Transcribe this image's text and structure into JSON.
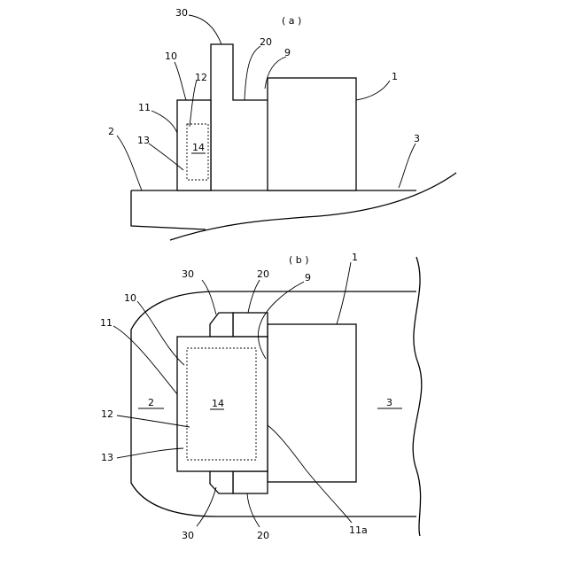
{
  "figure_a": {
    "caption": "( a )",
    "labels": {
      "l30": "30",
      "l20": "20",
      "l9": "9",
      "l10": "10",
      "l12": "12",
      "l1": "1",
      "l11": "11",
      "l2": "2",
      "l3": "3",
      "l13": "13",
      "l14": "14"
    }
  },
  "figure_b": {
    "caption": "( b )",
    "labels": {
      "l30_top": "30",
      "l20_top": "20",
      "l1": "1",
      "l9": "9",
      "l10": "10",
      "l11": "11",
      "l2": "2",
      "l14": "14",
      "l3": "3",
      "l12": "12",
      "l13": "13",
      "l30_bottom": "30",
      "l20_bottom": "20",
      "l11a": "11a"
    }
  }
}
